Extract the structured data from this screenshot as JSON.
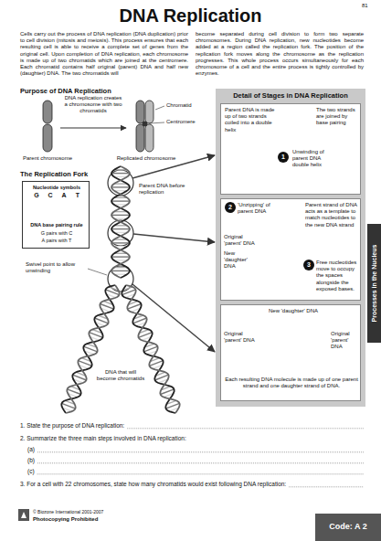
{
  "diagram": {
    "title": "DNA Replication",
    "nodes": [
      {
        "text": [
          "Nucleotide symbols",
          "G",
          "C",
          "A",
          "T",
          "DNA base pairing rule",
          "G pairs with C",
          "A pairs with T"
        ]
      },
      {
        "text": [
          "Detail of Stages in DNA Replication"
        ]
      },
      {
        "text": [
          "Parent DNA is made up of two strands coiled into a double helix",
          "The two strands are joined by base pairing",
          "Unwinding of parent DNA double helix"
        ],
        "in": 1
      },
      {
        "text": [
          "1"
        ],
        "in": 2
      },
      {
        "text": [
          "'Unzipping' of parent DNA",
          "Parent strand of DNA acts as a template to match nucleotides to the new DNA strand",
          "Original 'parent' DNA",
          "New 'daughter' DNA",
          "Free nucleotides move to occupy the spaces alongside the exposed bases."
        ],
        "in": 1
      },
      {
        "text": [
          "2"
        ],
        "in": 4
      },
      {
        "text": [
          "3"
        ],
        "in": 4
      },
      {
        "text": [
          "Original 'parent' DNA",
          "New 'daughter' DNA",
          "Original 'parent' DNA",
          "Each resulting DNA molecule is made up of one parent strand and one daughter strand of DNA."
        ],
        "in": 1
      },
      {
        "text": [
          "Processes in the Nucleus"
        ]
      },
      {
        "text": [
          "Code: A 2"
        ]
      }
    ],
    "labels": [
      "81",
      "Cells carry out the process of DNA replication (DNA duplication) prior to cell division (mitosis and meiosis). This process ensures that each resulting cell is able to receive a complete set of genes from the original cell. Upon completion of DNA replication, each chromosome is made up of two chromatids which are joined at the centromere. Each chromatid contains half original (parent) DNA and half new (daughter) DNA. The two chromatids will",
      "become separated during cell division to form two separate chromosomes. During DNA replication, new nucleotides become added at a region called the replication fork. The position of the replication fork moves along the chromosome as the replication progresses. This whole process occurs simultaneously for each chromosome of a cell and the entire process is tightly controlled by enzymes.",
      "Purpose of DNA Replication",
      "DNA replication creates a chromosome with two chromatids",
      "Chromatid",
      "Centromere",
      "Parent chromosome",
      "Replicated chromosome",
      "The Replication Fork",
      "Parent DNA before replication",
      "Swivel point to allow unwinding",
      "DNA that will become chromatids",
      "1. State the purpose of DNA replication:",
      "2. Summarize the three main steps involved in DNA replication:",
      "(a)",
      "(b)",
      "(c)",
      "3. For a cell with 22 chromosomes, state how many chromatids would exist following DNA replication:",
      "© Biozone International 2001-2007",
      "Photocopying Prohibited"
    ]
  }
}
